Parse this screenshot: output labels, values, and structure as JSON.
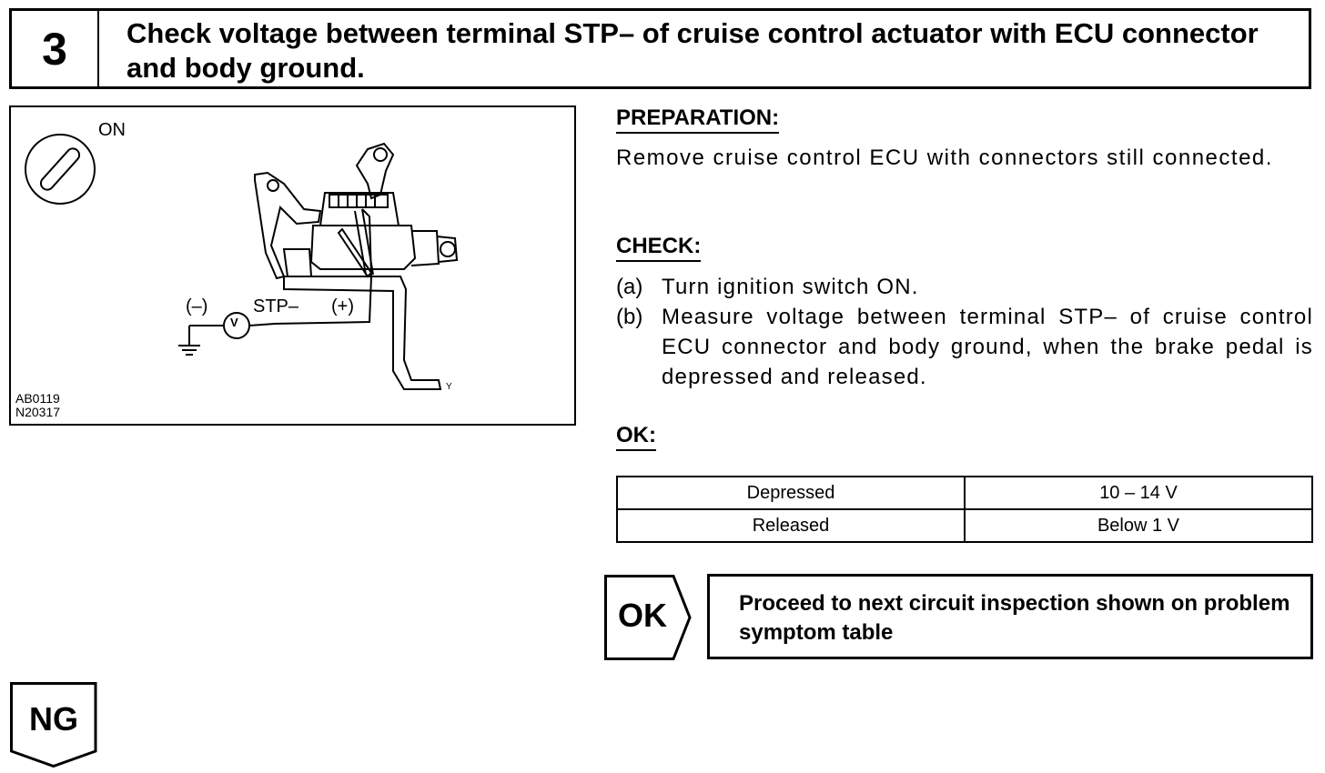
{
  "step": {
    "number": "3",
    "title": "Check voltage between terminal STP– of cruise control actuator with ECU connector and body ground."
  },
  "illustration": {
    "switch_label": "ON",
    "minus_label": "(–)",
    "meter_label": "V",
    "terminal_label": "STP–",
    "plus_label": "(+)",
    "corner_mark": "Y",
    "code_1": "AB0119",
    "code_2": "N20317"
  },
  "preparation": {
    "heading": "PREPARATION:",
    "text": "Remove cruise control ECU with connectors still connected."
  },
  "check": {
    "heading": "CHECK:",
    "items": [
      {
        "marker": "(a)",
        "text": "Turn ignition switch ON."
      },
      {
        "marker": "(b)",
        "text": "Measure voltage between terminal STP– of cruise control ECU connector and body ground, when the brake pedal is depressed and released."
      }
    ]
  },
  "ok": {
    "heading": "OK:",
    "rows": [
      {
        "condition": "Depressed",
        "value": "10 – 14 V"
      },
      {
        "condition": "Released",
        "value": "Below 1 V"
      }
    ]
  },
  "ok_result": {
    "tag": "OK",
    "text": "Proceed to next circuit inspection shown on problem symptom table"
  },
  "ng_result": {
    "tag": "NG"
  }
}
